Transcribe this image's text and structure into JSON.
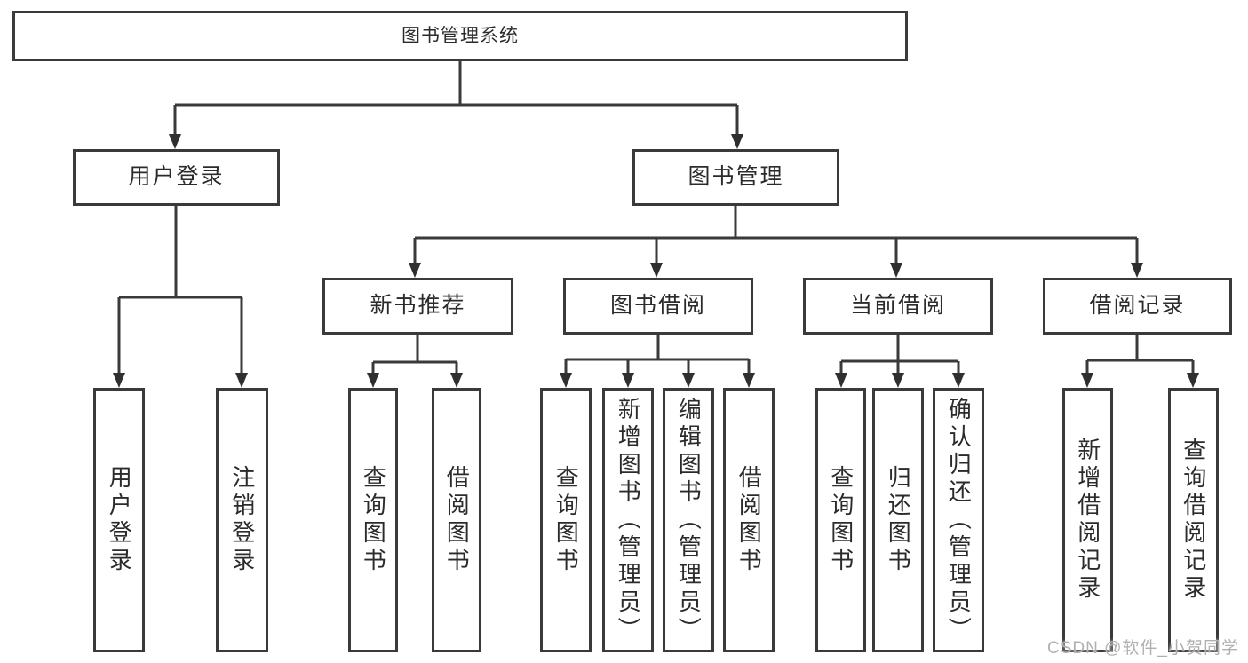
{
  "tree": {
    "root": "图书管理系统",
    "children": [
      {
        "label": "用户登录",
        "children": [
          {
            "label": "用户登录"
          },
          {
            "label": "注销登录"
          }
        ]
      },
      {
        "label": "图书管理",
        "children": [
          {
            "label": "新书推荐",
            "children": [
              {
                "label": "查询图书"
              },
              {
                "label": "借阅图书"
              }
            ]
          },
          {
            "label": "图书借阅",
            "children": [
              {
                "label": "查询图书"
              },
              {
                "label": "新增图书（管理员）"
              },
              {
                "label": "编辑图书（管理员）"
              },
              {
                "label": "借阅图书"
              }
            ]
          },
          {
            "label": "当前借阅",
            "children": [
              {
                "label": "查询图书"
              },
              {
                "label": "归还图书"
              },
              {
                "label": "确认归还（管理员）"
              }
            ]
          },
          {
            "label": "借阅记录",
            "children": [
              {
                "label": "新增借阅记录"
              },
              {
                "label": "查询借阅记录"
              }
            ]
          }
        ]
      }
    ]
  },
  "watermark": {
    "text": "CSDN @软件_小贺同学"
  },
  "colors": {
    "line": "#3a3a3a",
    "arrow": "#2f2f2f",
    "text": "#2b2b2b",
    "watermark": "#b0b0b0",
    "background": "#ffffff"
  }
}
